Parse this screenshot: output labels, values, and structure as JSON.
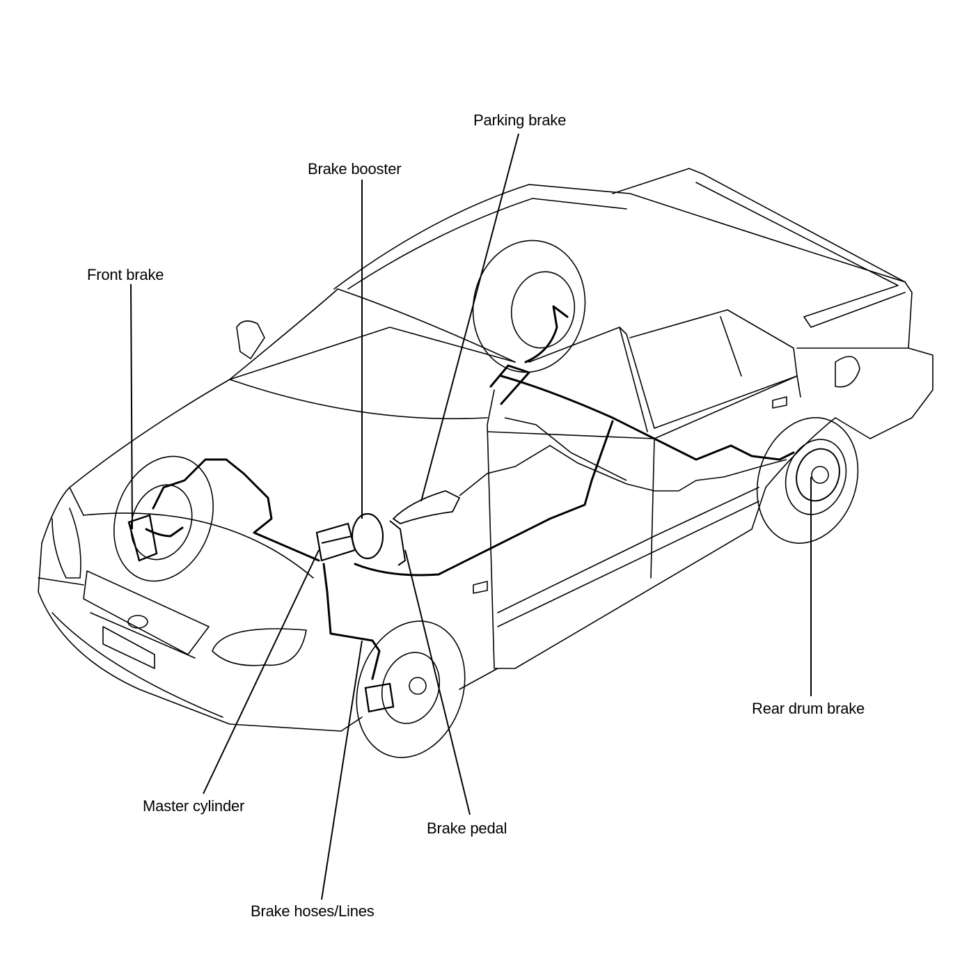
{
  "diagram": {
    "labels": {
      "parking_brake": "Parking brake",
      "brake_booster": "Brake booster",
      "front_brake": "Front brake",
      "rear_drum_brake": "Rear drum brake",
      "master_cylinder": "Master cylinder",
      "brake_pedal": "Brake pedal",
      "brake_hoses_lines": "Brake hoses/Lines"
    },
    "colors": {
      "line": "#000000",
      "background": "#ffffff"
    }
  }
}
